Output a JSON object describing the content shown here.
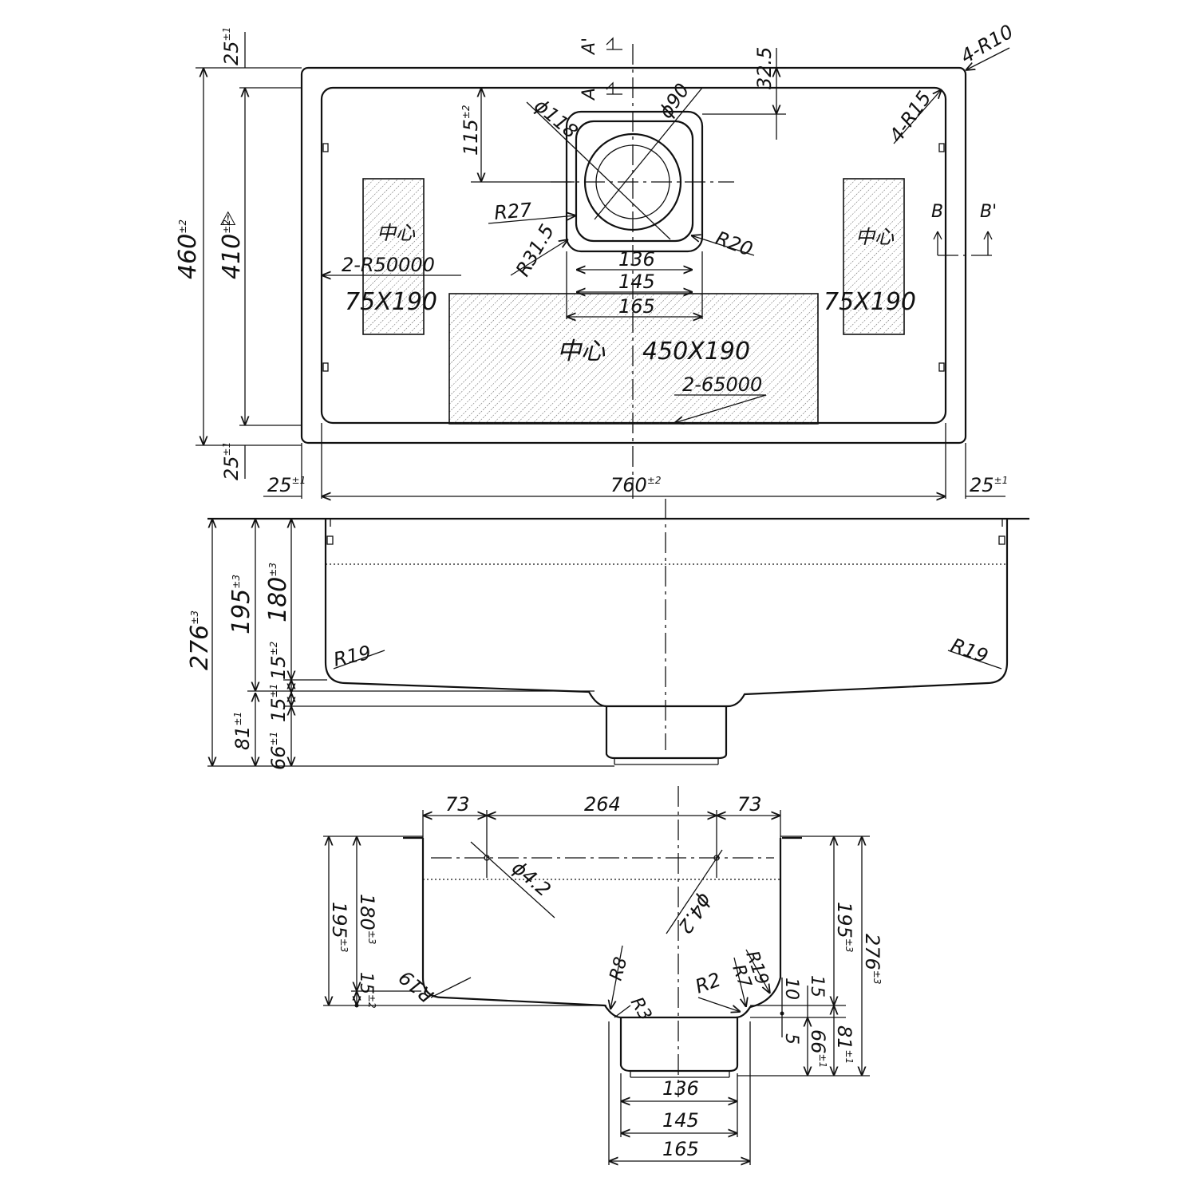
{
  "top_view": {
    "tol_25": "25",
    "tol_25_sup": "±1",
    "total_height": "460",
    "total_height_tol": "±2",
    "inner_height": "410",
    "inner_height_tol": "±2",
    "warn_symbol": "⚠",
    "width_760": "760",
    "width_760_tol": "±2",
    "side_25": "25",
    "side_25_tol": "±1",
    "dim_32_5": "32.5",
    "dim_115": "115",
    "dim_115_tol": "±2",
    "radius_corner_outer": "4-R10",
    "radius_corner_inner": "4-R15",
    "dia_118": "ϕ118",
    "dia_90": "ϕ90",
    "r27": "R27",
    "r31_5": "R31.5",
    "r20": "R20",
    "drain_136": "136",
    "drain_145": "145",
    "drain_165": "165",
    "section_a": "A",
    "section_a_prime": "A'",
    "section_b": "B",
    "section_b_prime": "B'",
    "left_zone_center": "中心",
    "left_zone_size": "75X190",
    "right_zone_center": "中心",
    "right_zone_size": "75X190",
    "main_zone_center": "中心",
    "main_zone_size": "450X190",
    "r50000": "2-R50000",
    "r65000": "2-65000"
  },
  "front_view": {
    "h276": "276",
    "h276_tol": "±3",
    "h195": "195",
    "h195_tol": "±3",
    "h180": "180",
    "h180_tol": "±3",
    "h15a": "15",
    "h15a_tol": "±2",
    "h15b": "15",
    "h15b_tol": "±1",
    "h81": "81",
    "h81_tol": "±1",
    "h66": "66",
    "h66_tol": "±1",
    "r19_left": "R19",
    "r19_right": "R19"
  },
  "section_view": {
    "w73_left": "73",
    "w264": "264",
    "w73_right": "73",
    "hole_left": "ϕ4.2",
    "hole_right": "ϕ4.2",
    "h195_left": "195",
    "h195_left_tol": "±3",
    "h180_left": "180",
    "h180_left_tol": "±3",
    "h15_left": "15",
    "h15_left_tol": "±2",
    "r19_left": "R19",
    "r8": "R8",
    "r3": "R3",
    "r2": "R2",
    "r7": "R7",
    "r19_right": "R19",
    "d10": "10",
    "d15": "15",
    "d5": "5",
    "h66_right": "66",
    "h66_right_tol": "±1",
    "h81_right": "81",
    "h81_right_tol": "±1",
    "h195_right": "195",
    "h195_right_tol": "±3",
    "h276_right": "276",
    "h276_right_tol": "±3",
    "w136": "136",
    "w145": "145",
    "w165": "165"
  }
}
